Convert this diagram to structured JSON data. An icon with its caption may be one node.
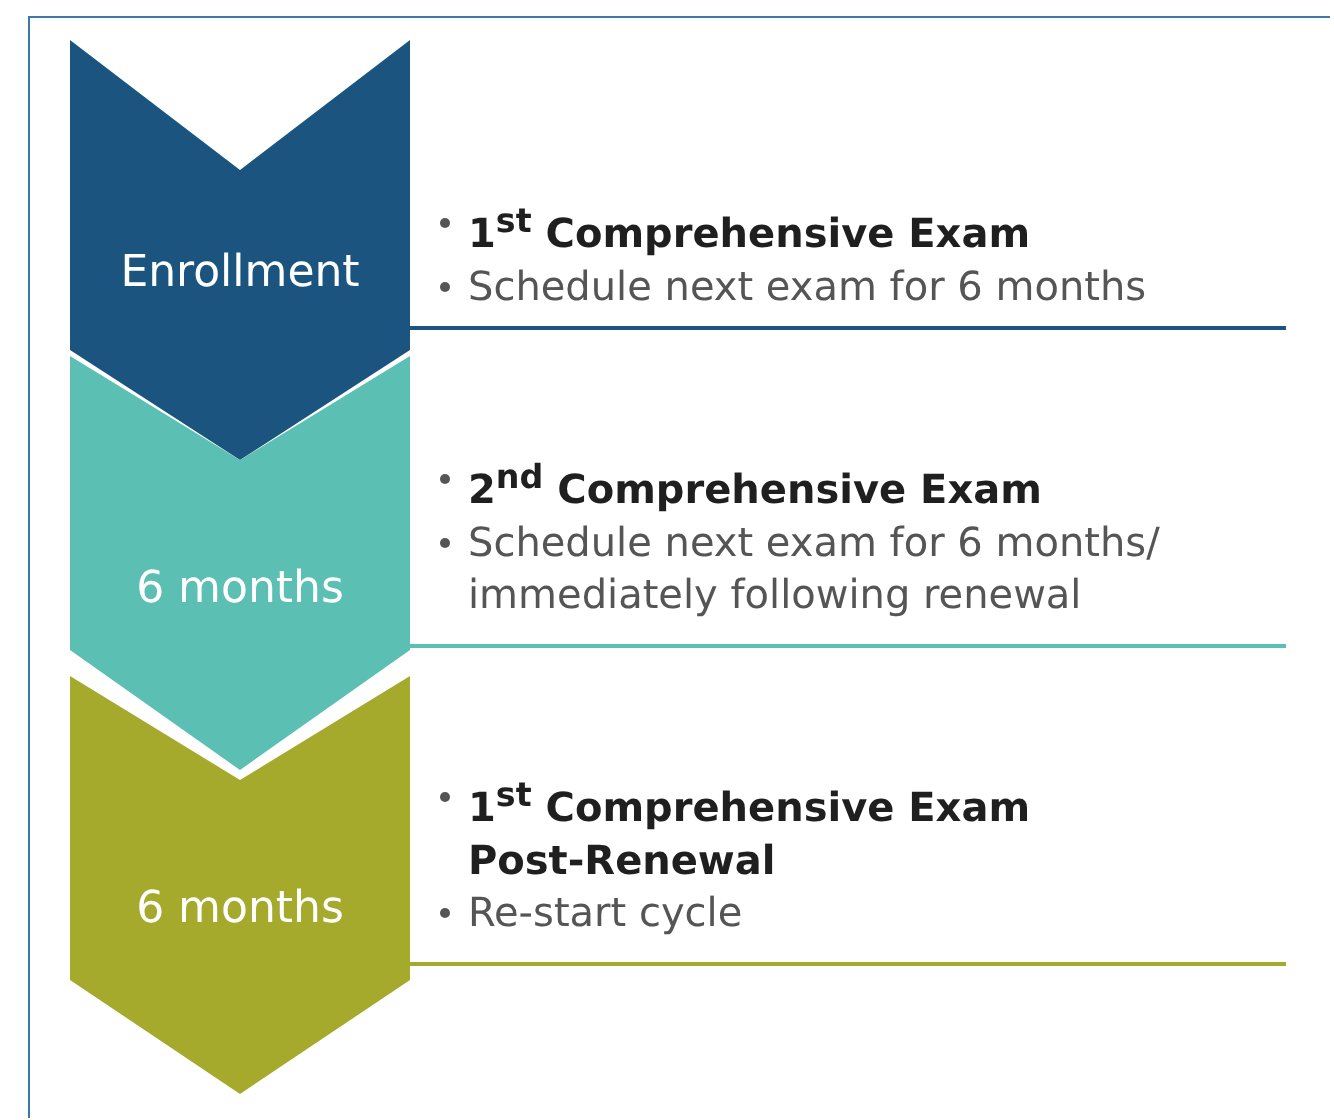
{
  "diagram": {
    "nodes": [
      {
        "text": [
          "Enrollment"
        ],
        "beside": [
          "1$^{st}$ Comprehensive Exam",
          "Schedule next exam for 6 months"
        ]
      },
      {
        "text": [
          "6 months"
        ],
        "beside": [
          "2$^{nd}$ Comprehensive Exam",
          "Schedule next exam for 6 months/ immediately following renewal"
        ]
      },
      {
        "text": [
          "6 months"
        ],
        "beside": [
          "1$^{st}$ Comprehensive Exam Post-Renewal",
          "Re-start cycle"
        ]
      }
    ]
  }
}
